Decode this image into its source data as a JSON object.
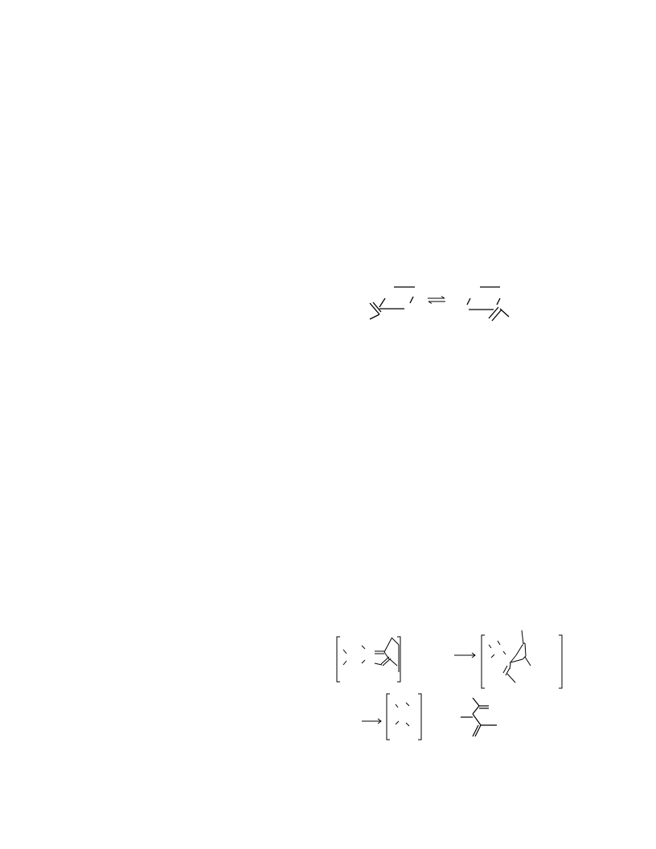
{
  "page": {
    "background": "#ffffff",
    "ink": "#000000"
  },
  "figures": [
    {
      "id": "equilibrium",
      "kind": "chemical-structure",
      "arrow": "equilibrium"
    },
    {
      "id": "scheme",
      "kind": "chemical-structure",
      "arrow": "forward"
    }
  ]
}
